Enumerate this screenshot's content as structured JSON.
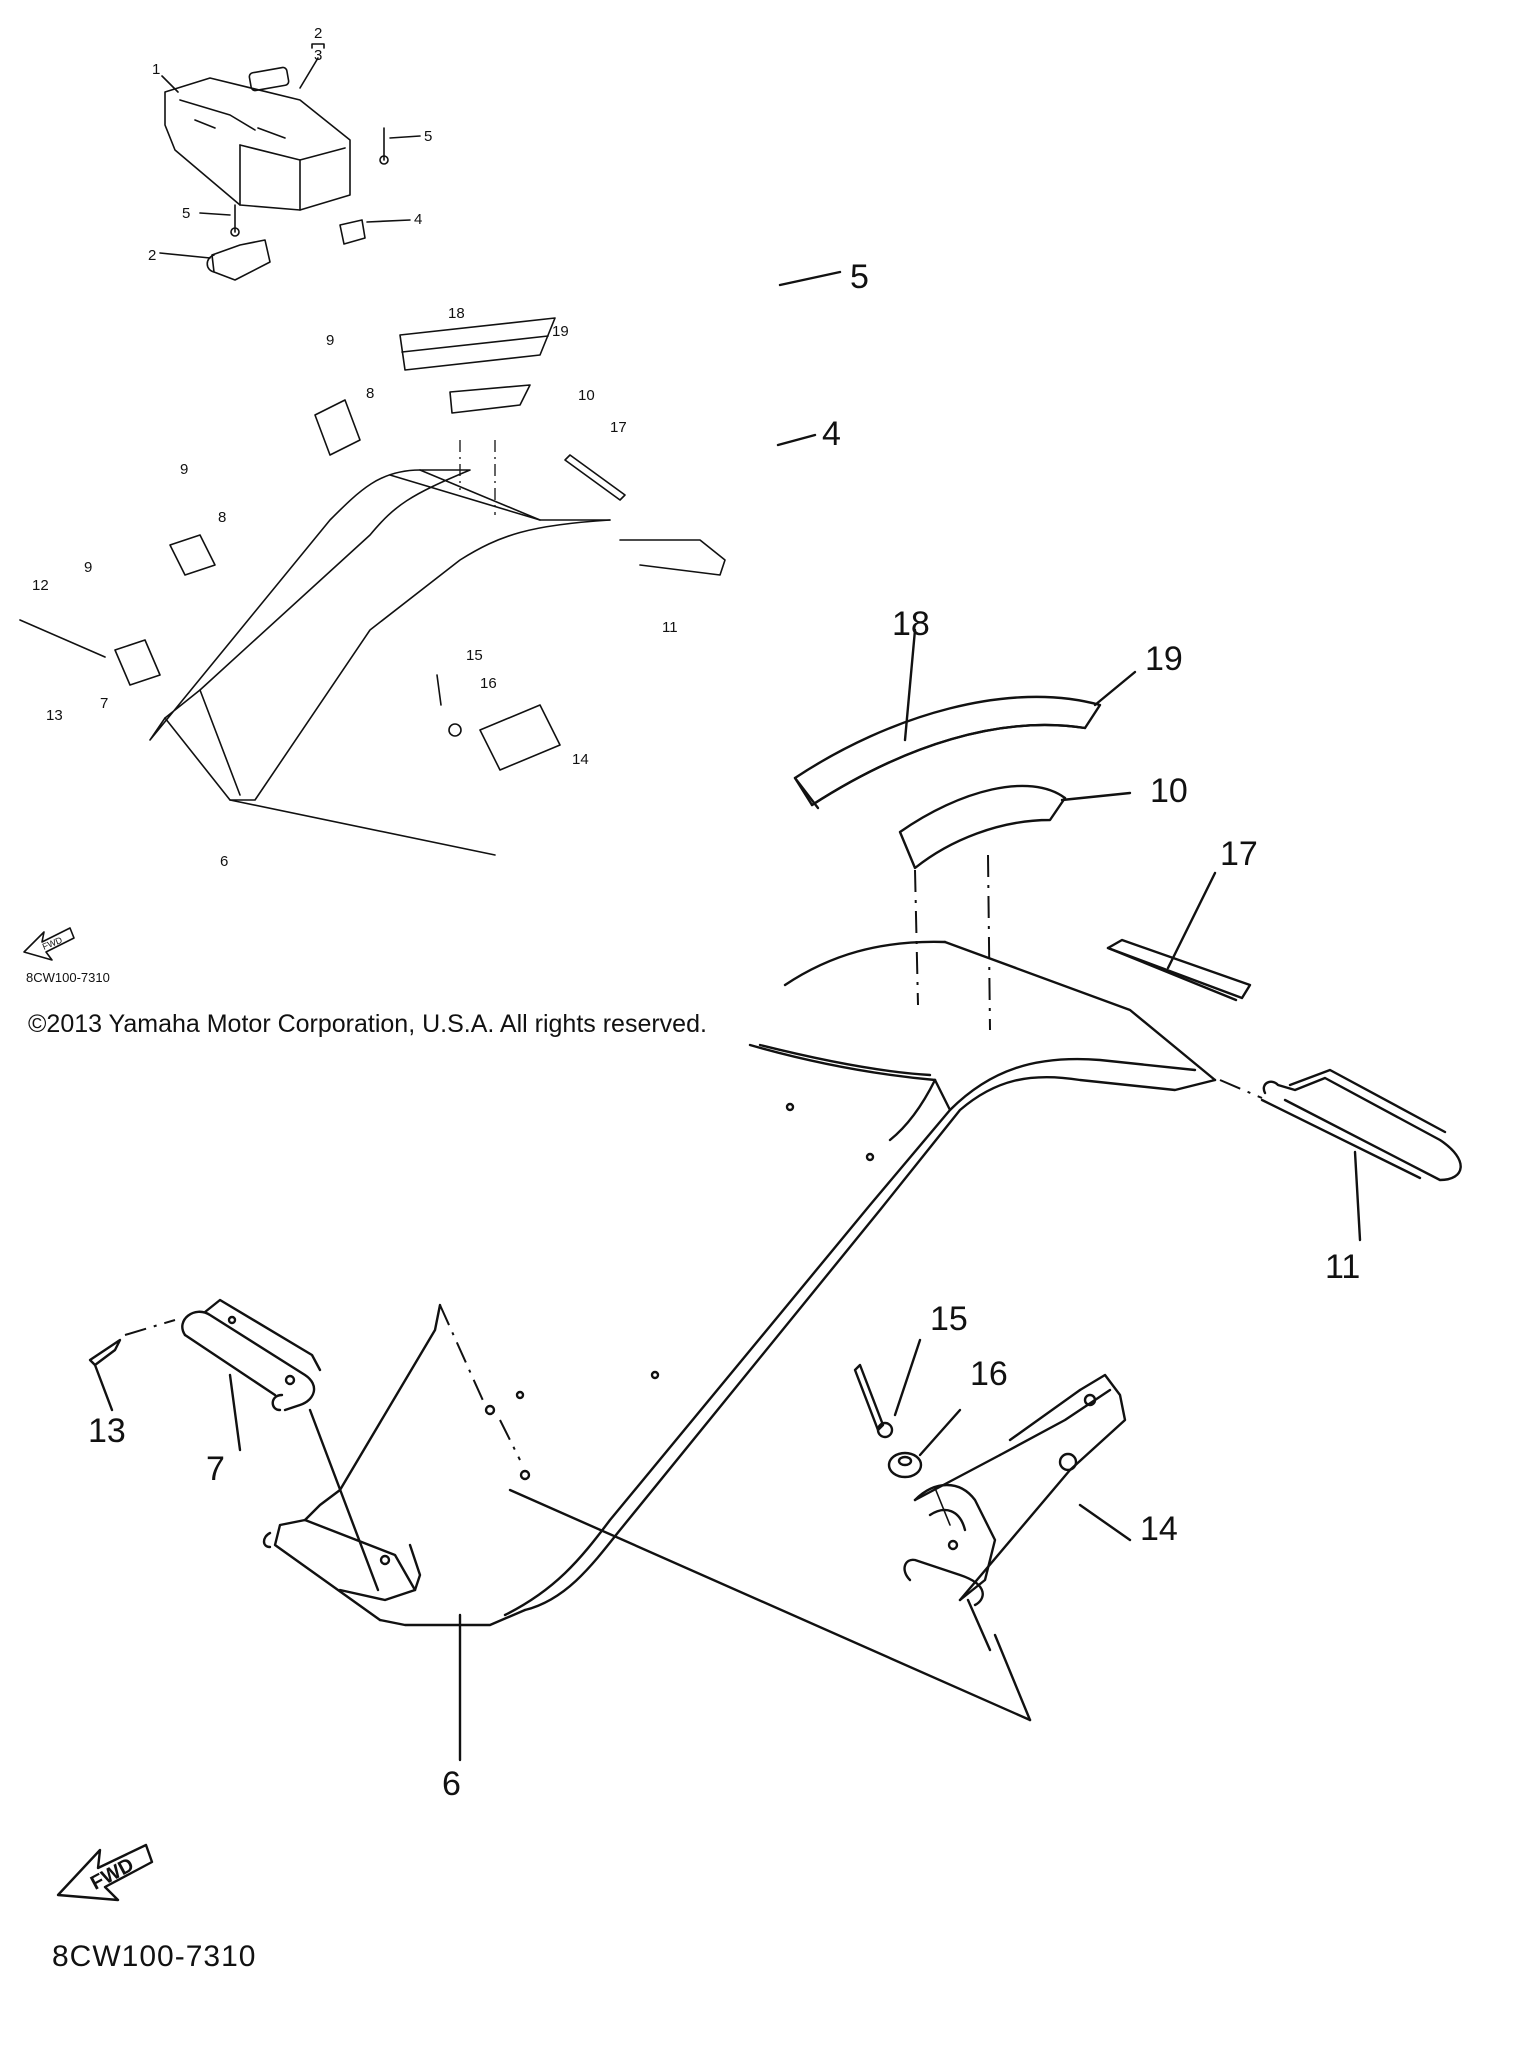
{
  "copyright": "©2013 Yamaha Motor Corporation, U.S.A. All rights reserved.",
  "diagram_code": "8CW100-7310",
  "fwd_label": "FWD",
  "inset_callouts": [
    "1",
    "2",
    "3",
    "4",
    "5",
    "6",
    "7",
    "8",
    "9",
    "10",
    "11",
    "12",
    "13",
    "14",
    "15",
    "16",
    "17",
    "18",
    "19"
  ],
  "main_callouts": [
    "4",
    "5",
    "6",
    "7",
    "10",
    "11",
    "13",
    "14",
    "15",
    "16",
    "17",
    "18",
    "19"
  ]
}
